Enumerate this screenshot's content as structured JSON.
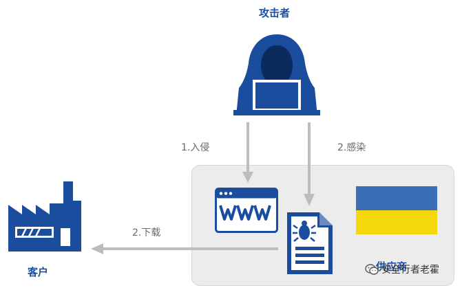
{
  "labels": {
    "attacker": "攻击者",
    "customer": "客户",
    "vendor": "供应商",
    "step1": "1.入侵",
    "step2": "2.感染",
    "step3": "2.下载"
  },
  "watermark": {
    "text": "安全行者老霍"
  },
  "colors": {
    "primary_blue": "#1b4d9e",
    "arrow_gray": "#bdbdbd",
    "panel_gray": "#ececec",
    "flag_blue": "#3a6fb8",
    "flag_yellow": "#f3d90c"
  },
  "icons": {
    "attacker": "hooded-hacker-icon",
    "customer": "factory-icon",
    "website": "www-browser-icon",
    "infected_document": "bug-document-icon",
    "flag": "ukraine-flag-icon",
    "watermark": "wechat-icon"
  }
}
